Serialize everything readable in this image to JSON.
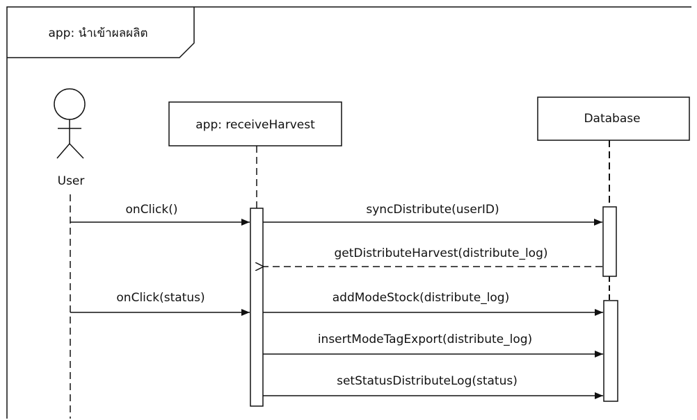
{
  "frame": {
    "title": "app: นำเข้าผลผลิต"
  },
  "participants": [
    {
      "id": "user",
      "label": "User",
      "kind": "actor"
    },
    {
      "id": "app",
      "label": "app: receiveHarvest",
      "kind": "object"
    },
    {
      "id": "db",
      "label": "Database",
      "kind": "object"
    }
  ],
  "messages": [
    {
      "id": "m1",
      "label": "onClick()",
      "from": "user",
      "to": "app",
      "type": "sync"
    },
    {
      "id": "m2",
      "label": "syncDistribute(userID)",
      "from": "app",
      "to": "db",
      "type": "sync"
    },
    {
      "id": "m3",
      "label": "getDistributeHarvest(distribute_log)",
      "from": "db",
      "to": "app",
      "type": "return"
    },
    {
      "id": "m4",
      "label": "onClick(status)",
      "from": "user",
      "to": "app",
      "type": "sync"
    },
    {
      "id": "m5",
      "label": "addModeStock(distribute_log)",
      "from": "app",
      "to": "db",
      "type": "sync"
    },
    {
      "id": "m6",
      "label": "insertModeTagExport(distribute_log)",
      "from": "app",
      "to": "db",
      "type": "sync"
    },
    {
      "id": "m7",
      "label": "setStatusDistributeLog(status)",
      "from": "app",
      "to": "db",
      "type": "sync"
    }
  ]
}
